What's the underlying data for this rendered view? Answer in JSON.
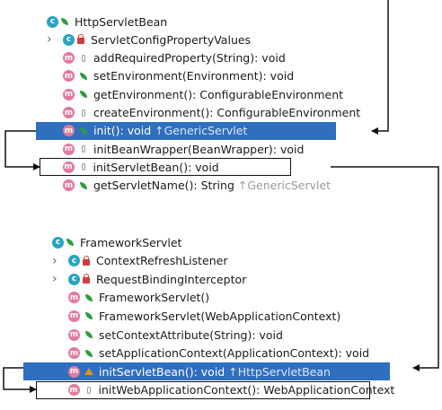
{
  "sections": [
    {
      "class_name": "HttpServletBean",
      "items": [
        {
          "kind": "class",
          "access": "private",
          "text": "ServletConfigPropertyValues",
          "expandable": true
        },
        {
          "kind": "method",
          "access": "package",
          "text": "addRequiredProperty(String): void"
        },
        {
          "kind": "method",
          "access": "public",
          "text": "setEnvironment(Environment): void"
        },
        {
          "kind": "method",
          "access": "public",
          "text": "getEnvironment(): ConfigurableEnvironment"
        },
        {
          "kind": "method",
          "access": "package",
          "text": "createEnvironment(): ConfigurableEnvironment"
        },
        {
          "kind": "method",
          "access": "public",
          "text": "init(): void",
          "inherit": "↑GenericServlet",
          "selected": true
        },
        {
          "kind": "method",
          "access": "package",
          "text": "initBeanWrapper(BeanWrapper): void"
        },
        {
          "kind": "method",
          "access": "package",
          "text": "initServletBean(): void",
          "outlined": true
        },
        {
          "kind": "method",
          "access": "public",
          "text": "getServletName(): String",
          "inherit": "↑GenericServlet"
        }
      ]
    },
    {
      "class_name": "FrameworkServlet",
      "items": [
        {
          "kind": "class",
          "access": "private",
          "text": "ContextRefreshListener",
          "expandable": true
        },
        {
          "kind": "class",
          "access": "private",
          "text": "RequestBindingInterceptor",
          "expandable": true
        },
        {
          "kind": "method",
          "access": "public",
          "text": "FrameworkServlet()"
        },
        {
          "kind": "method",
          "access": "public",
          "text": "FrameworkServlet(WebApplicationContext)"
        },
        {
          "kind": "method",
          "access": "public",
          "text": "setContextAttribute(String): void"
        },
        {
          "kind": "method",
          "access": "public",
          "text": "setApplicationContext(ApplicationContext): void"
        },
        {
          "kind": "method",
          "access": "protected",
          "text": "initServletBean(): void",
          "inherit": "↑HttpServletBean",
          "selected": true
        },
        {
          "kind": "method",
          "access": "package",
          "text": "initWebApplicationContext(): WebApplicationContext",
          "outlined": true
        }
      ]
    }
  ],
  "colors": {
    "selection": "#2f6fbf",
    "class_icon": "#2aa2c4",
    "method_icon": "#e27a9b",
    "public": "#2e9b3e",
    "private": "#d23c3c",
    "protected": "#d99322",
    "arrows": "#111111"
  }
}
